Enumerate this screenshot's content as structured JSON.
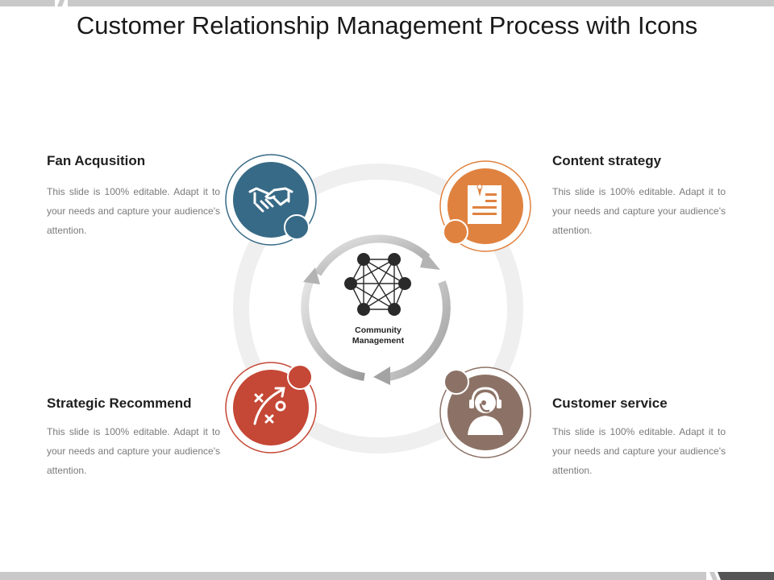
{
  "title": "Customer Relationship Management Process with Icons",
  "center": {
    "label_line1": "Community",
    "label_line2": "Management",
    "icon": "network-graph-icon"
  },
  "items": [
    {
      "heading": "Fan Acqusition",
      "description": "This slide is 100% editable. Adapt it to your needs and capture your audience's attention.",
      "icon": "handshake-icon",
      "color": "#376a86"
    },
    {
      "heading": "Content strategy",
      "description": "This slide is 100% editable. Adapt it to your needs and capture your audience's attention.",
      "icon": "document-pen-icon",
      "color": "#e0823f"
    },
    {
      "heading": "Strategic Recommend",
      "description": "This slide is 100% editable. Adapt it to your needs and capture your audience's attention.",
      "icon": "strategy-play-icon",
      "color": "#c54735"
    },
    {
      "heading": "Customer service",
      "description": "This slide is 100% editable. Adapt it to your needs and capture your audience's attention.",
      "icon": "headset-support-icon",
      "color": "#8c7266"
    }
  ],
  "colors": {
    "ring": "#efefef",
    "arrow": "#b3b3b3",
    "bar": "#c9c9c9",
    "dark": "#444444"
  }
}
